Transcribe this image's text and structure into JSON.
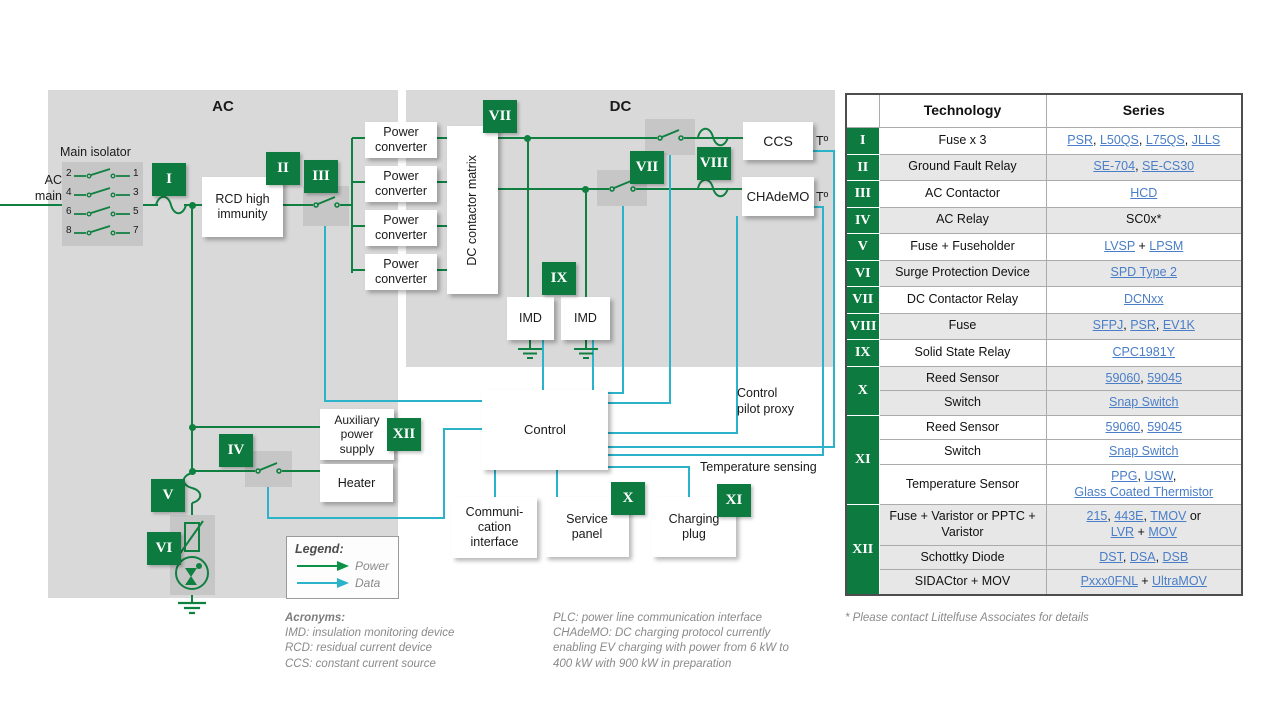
{
  "colors": {
    "power_green": "#0f8040",
    "badge_green": "#0d7b3f",
    "data_cyan": "#2ab3c9",
    "link_blue": "#4a7ec7",
    "panel_gray": "#d9d9d9"
  },
  "diagram": {
    "ac_label": "AC",
    "dc_label": "DC",
    "ac_main": {
      "line1": "AC",
      "line2": "main"
    },
    "main_isolator_label": "Main isolator",
    "isolator": {
      "rows": [
        {
          "left": "2",
          "right": "1"
        },
        {
          "left": "4",
          "right": "3"
        },
        {
          "left": "6",
          "right": "5"
        },
        {
          "left": "8",
          "right": "7"
        }
      ]
    },
    "rcd": {
      "line1": "RCD high",
      "line2": "immunity"
    },
    "power_converter": "Power converter",
    "dc_matrix": "DC contactor matrix",
    "ccs": "CCS",
    "chademo": "CHAdeMO",
    "temp_mark": "Tº",
    "imd": "IMD",
    "control": "Control",
    "aux": [
      "Auxiliary",
      "power",
      "supply"
    ],
    "heater": "Heater",
    "comm": [
      "Communi-",
      "cation",
      "interface"
    ],
    "service": [
      "Service",
      "panel"
    ],
    "plug": [
      "Charging",
      "plug"
    ],
    "control_pilot": [
      "Control",
      "pilot proxy"
    ],
    "temp_sensing": "Temperature sensing",
    "badges": {
      "b1": "I",
      "b2": "II",
      "b3": "III",
      "b4": "IV",
      "b5": "V",
      "b6": "VI",
      "b7": "VII",
      "b8": "VIII",
      "b9": "IX",
      "b10": "X",
      "b11": "XI",
      "b12": "XII"
    }
  },
  "legend": {
    "title": "Legend:",
    "power": "Power",
    "data": "Data"
  },
  "acronyms": {
    "title": "Acronyms:",
    "lines": [
      "IMD: insulation monitoring device",
      "RCD: residual current device",
      "CCS: constant current source"
    ]
  },
  "plc_note": {
    "lines": [
      "PLC: power line communication interface",
      "CHAdeMO: DC charging protocol currently",
      "enabling EV charging with power from 6 kW to",
      "400 kW with 900 kW in preparation"
    ]
  },
  "footnote": "* Please contact Littelfuse Associates for details",
  "table": {
    "headers": [
      "Technology",
      "Series"
    ],
    "groups": [
      {
        "num": "I",
        "shade": false,
        "rows": [
          {
            "tech": "Fuse x 3",
            "series": [
              [
                {
                  "t": "PSR",
                  "l": 1
                },
                {
                  "t": ", "
                },
                {
                  "t": "L50QS",
                  "l": 1
                },
                {
                  "t": ", "
                },
                {
                  "t": "L75QS",
                  "l": 1
                },
                {
                  "t": ", "
                },
                {
                  "t": "JLLS",
                  "l": 1
                }
              ]
            ]
          }
        ]
      },
      {
        "num": "II",
        "shade": true,
        "rows": [
          {
            "tech": "Ground Fault Relay",
            "series": [
              [
                {
                  "t": "SE-704",
                  "l": 1
                },
                {
                  "t": ", "
                },
                {
                  "t": "SE-CS30",
                  "l": 1
                }
              ]
            ]
          }
        ]
      },
      {
        "num": "III",
        "shade": false,
        "rows": [
          {
            "tech": "AC Contactor",
            "series": [
              [
                {
                  "t": "HCD",
                  "l": 1
                }
              ]
            ]
          }
        ]
      },
      {
        "num": "IV",
        "shade": true,
        "rows": [
          {
            "tech": "AC Relay",
            "series": [
              [
                {
                  "t": "SC0x*"
                }
              ]
            ]
          }
        ]
      },
      {
        "num": "V",
        "shade": false,
        "rows": [
          {
            "tech": "Fuse + Fuseholder",
            "series": [
              [
                {
                  "t": "LVSP",
                  "l": 1
                },
                {
                  "t": " + "
                },
                {
                  "t": "LPSM",
                  "l": 1
                }
              ]
            ]
          }
        ]
      },
      {
        "num": "VI",
        "shade": true,
        "rows": [
          {
            "tech": "Surge Protection Device",
            "series": [
              [
                {
                  "t": "SPD Type 2",
                  "l": 1
                }
              ]
            ]
          }
        ]
      },
      {
        "num": "VII",
        "shade": false,
        "rows": [
          {
            "tech": "DC Contactor Relay",
            "series": [
              [
                {
                  "t": "DCNxx",
                  "l": 1
                }
              ]
            ]
          }
        ]
      },
      {
        "num": "VIII",
        "shade": true,
        "rows": [
          {
            "tech": "Fuse",
            "series": [
              [
                {
                  "t": "SFPJ",
                  "l": 1
                },
                {
                  "t": ", "
                },
                {
                  "t": "PSR",
                  "l": 1
                },
                {
                  "t": ", "
                },
                {
                  "t": "EV1K",
                  "l": 1
                }
              ]
            ]
          }
        ]
      },
      {
        "num": "IX",
        "shade": false,
        "rows": [
          {
            "tech": "Solid State Relay",
            "series": [
              [
                {
                  "t": "CPC1981Y",
                  "l": 1
                }
              ]
            ]
          }
        ]
      },
      {
        "num": "X",
        "shade": true,
        "rows": [
          {
            "tech": "Reed Sensor",
            "series": [
              [
                {
                  "t": "59060",
                  "l": 1
                },
                {
                  "t": ", "
                },
                {
                  "t": "59045",
                  "l": 1
                }
              ]
            ]
          },
          {
            "tech": "Switch",
            "series": [
              [
                {
                  "t": "Snap Switch",
                  "l": 1
                }
              ]
            ]
          }
        ]
      },
      {
        "num": "XI",
        "shade": false,
        "rows": [
          {
            "tech": "Reed Sensor",
            "series": [
              [
                {
                  "t": "59060",
                  "l": 1
                },
                {
                  "t": ", "
                },
                {
                  "t": "59045",
                  "l": 1
                }
              ]
            ]
          },
          {
            "tech": "Switch",
            "series": [
              [
                {
                  "t": "Snap Switch",
                  "l": 1
                }
              ]
            ]
          },
          {
            "tech": "Temperature Sensor",
            "series": [
              [
                {
                  "t": "PPG",
                  "l": 1
                },
                {
                  "t": ", "
                },
                {
                  "t": "USW",
                  "l": 1
                },
                {
                  "t": ","
                }
              ],
              [
                {
                  "t": "Glass Coated Thermistor",
                  "l": 1
                }
              ]
            ]
          }
        ]
      },
      {
        "num": "XII",
        "shade": true,
        "rows": [
          {
            "tech": "Fuse + Varistor or PPTC + Varistor",
            "series": [
              [
                {
                  "t": "215",
                  "l": 1
                },
                {
                  "t": ", "
                },
                {
                  "t": "443E",
                  "l": 1
                },
                {
                  "t": ", "
                },
                {
                  "t": "TMOV",
                  "l": 1
                },
                {
                  "t": " or"
                }
              ],
              [
                {
                  "t": "LVR",
                  "l": 1
                },
                {
                  "t": " + "
                },
                {
                  "t": "MOV",
                  "l": 1
                }
              ]
            ]
          },
          {
            "tech": "Schottky Diode",
            "series": [
              [
                {
                  "t": "DST",
                  "l": 1
                },
                {
                  "t": ", "
                },
                {
                  "t": "DSA",
                  "l": 1
                },
                {
                  "t": ", "
                },
                {
                  "t": "DSB",
                  "l": 1
                }
              ]
            ]
          },
          {
            "tech": "SIDACtor + MOV",
            "series": [
              [
                {
                  "t": "Pxxx0FNL",
                  "l": 1
                },
                {
                  "t": " + "
                },
                {
                  "t": "UltraMOV",
                  "l": 1
                }
              ]
            ]
          }
        ]
      }
    ]
  }
}
